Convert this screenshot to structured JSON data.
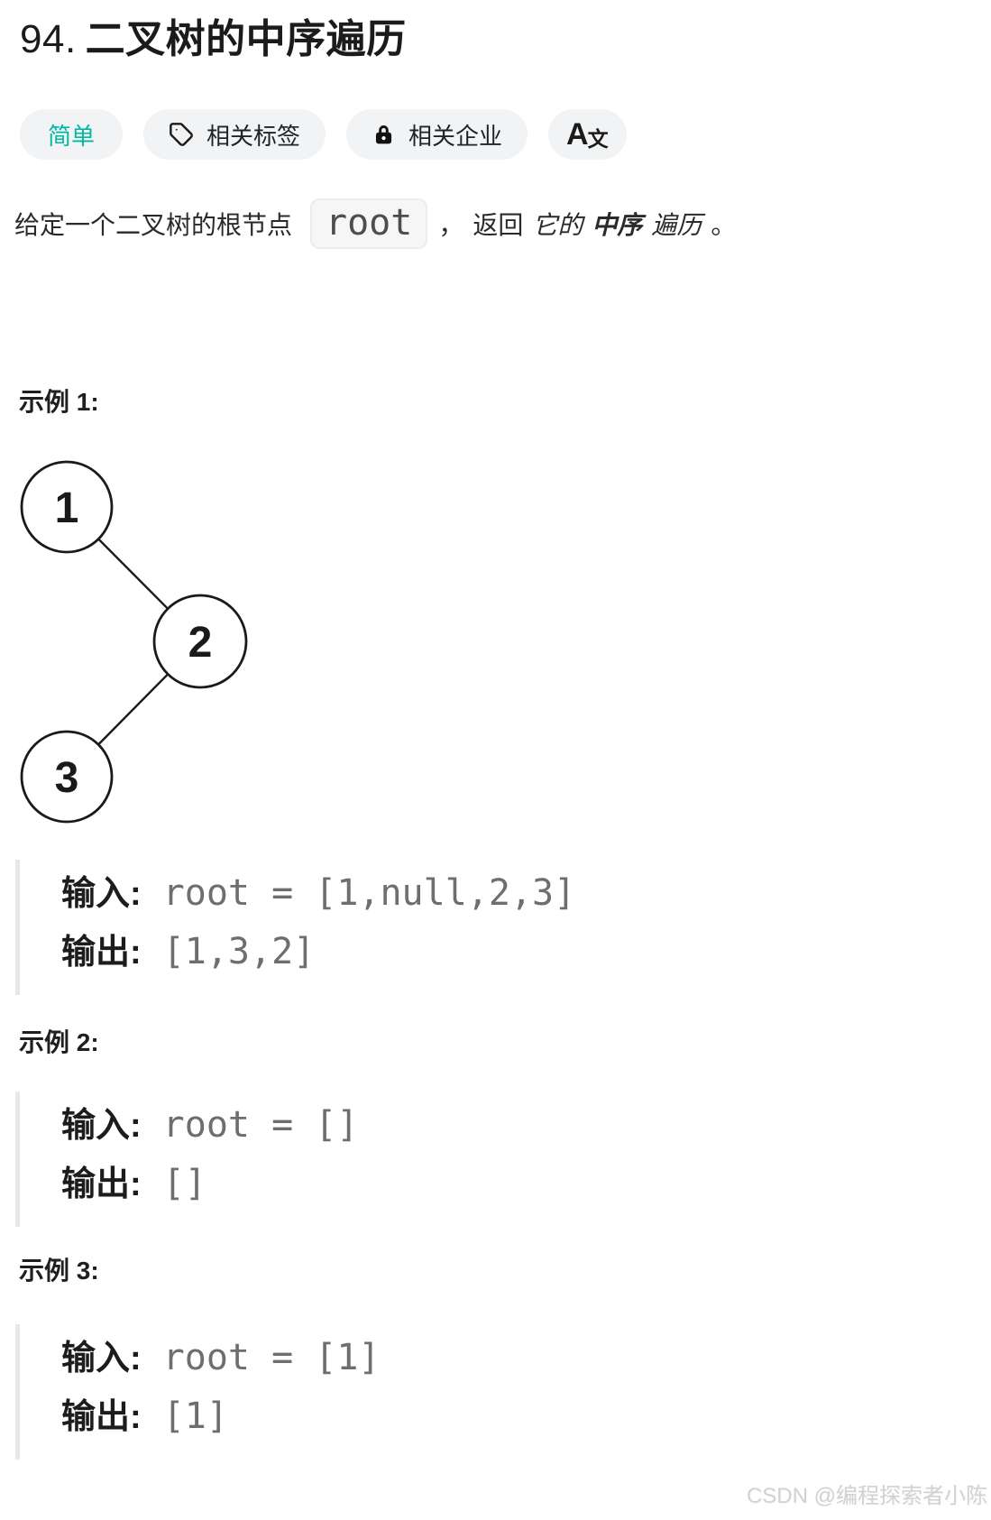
{
  "page": {
    "title_number": "94.",
    "title_text": "二叉树的中序遍历"
  },
  "badges": {
    "difficulty": "简单",
    "tags_label": "相关标签",
    "companies_label": "相关企业",
    "translate_a": "A",
    "translate_wen": "文"
  },
  "description": {
    "prefix": "给定一个二叉树的根节点",
    "code": "root",
    "comma": "，",
    "mid": "返回",
    "italic_1": "它的",
    "bold_italic": "中序",
    "italic_2": "遍历",
    "period": "。"
  },
  "tree": {
    "nodes": [
      {
        "value": "1"
      },
      {
        "value": "2"
      },
      {
        "value": "3"
      }
    ]
  },
  "examples": [
    {
      "label": "示例 1:",
      "input_label": "输入:",
      "input_value": "root = [1,null,2,3]",
      "output_label": "输出:",
      "output_value": "[1,3,2]"
    },
    {
      "label": "示例 2:",
      "input_label": "输入:",
      "input_value": "root = []",
      "output_label": "输出:",
      "output_value": "[]"
    },
    {
      "label": "示例 3:",
      "input_label": "输入:",
      "input_value": "root = [1]",
      "output_label": "输出:",
      "output_value": "[1]"
    }
  ],
  "watermark": "CSDN @编程探索者小陈",
  "colors": {
    "easy_badge_text": "#00b8a3",
    "pill_background": "#f2f3f4",
    "code_chip_background": "#f6f6f7",
    "code_chip_border": "#ececec",
    "pre_value_text": "#6e6e6e",
    "pre_left_border": "#e8e8e8",
    "primary_text": "#1b1b1b",
    "watermark_text": "#d2d2d2"
  }
}
